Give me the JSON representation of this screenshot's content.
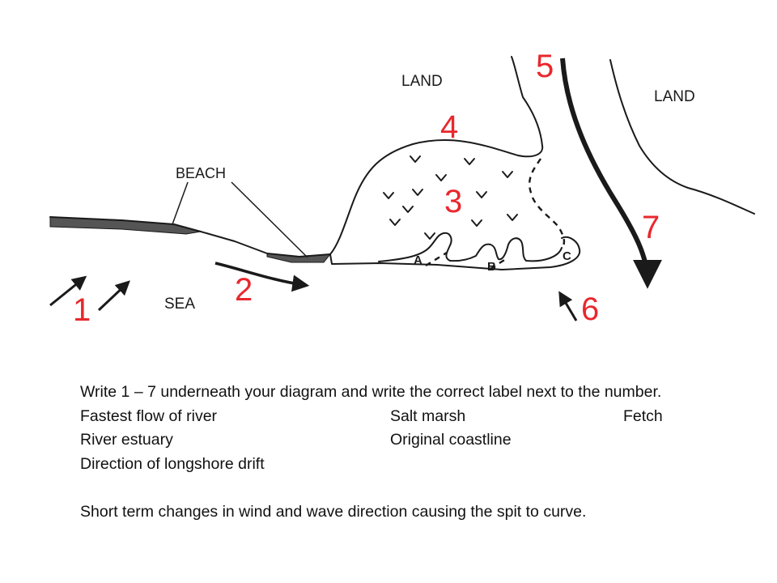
{
  "diagram": {
    "labels": {
      "land_left": "LAND",
      "land_right": "LAND",
      "beach": "BEACH",
      "sea": "SEA"
    },
    "numbers": [
      "1",
      "2",
      "3",
      "4",
      "5",
      "6",
      "7"
    ],
    "letters": [
      "A",
      "B",
      "C"
    ],
    "number_color": "#e8282d"
  },
  "text": {
    "instruction": "Write 1 – 7 underneath your diagram and write the correct label next to the number.",
    "options": [
      [
        "Fastest flow of river",
        "Salt marsh",
        "Fetch"
      ],
      [
        "River estuary",
        "Original coastline",
        ""
      ],
      [
        "Direction of longshore drift",
        "",
        ""
      ]
    ],
    "final": "Short term changes in wind and wave direction causing the spit to curve."
  }
}
